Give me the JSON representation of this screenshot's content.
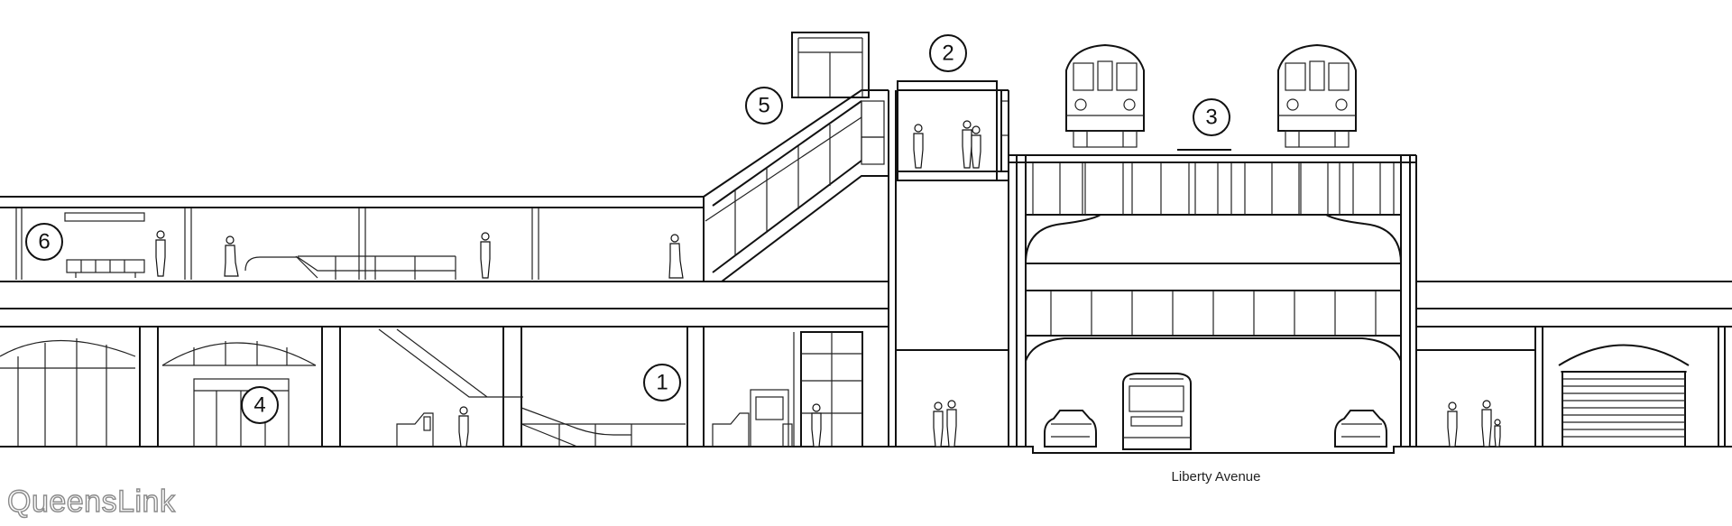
{
  "diagram": {
    "callouts": [
      {
        "id": "1",
        "label": "1"
      },
      {
        "id": "2",
        "label": "2"
      },
      {
        "id": "3",
        "label": "3"
      },
      {
        "id": "4",
        "label": "4"
      },
      {
        "id": "5",
        "label": "5"
      },
      {
        "id": "6",
        "label": "6"
      }
    ],
    "street_label": "Liberty Avenue",
    "logo_text": "QueensLink",
    "colors": {
      "line": "#111111",
      "background": "#ffffff",
      "logo_outline": "#8a8a8a"
    }
  }
}
